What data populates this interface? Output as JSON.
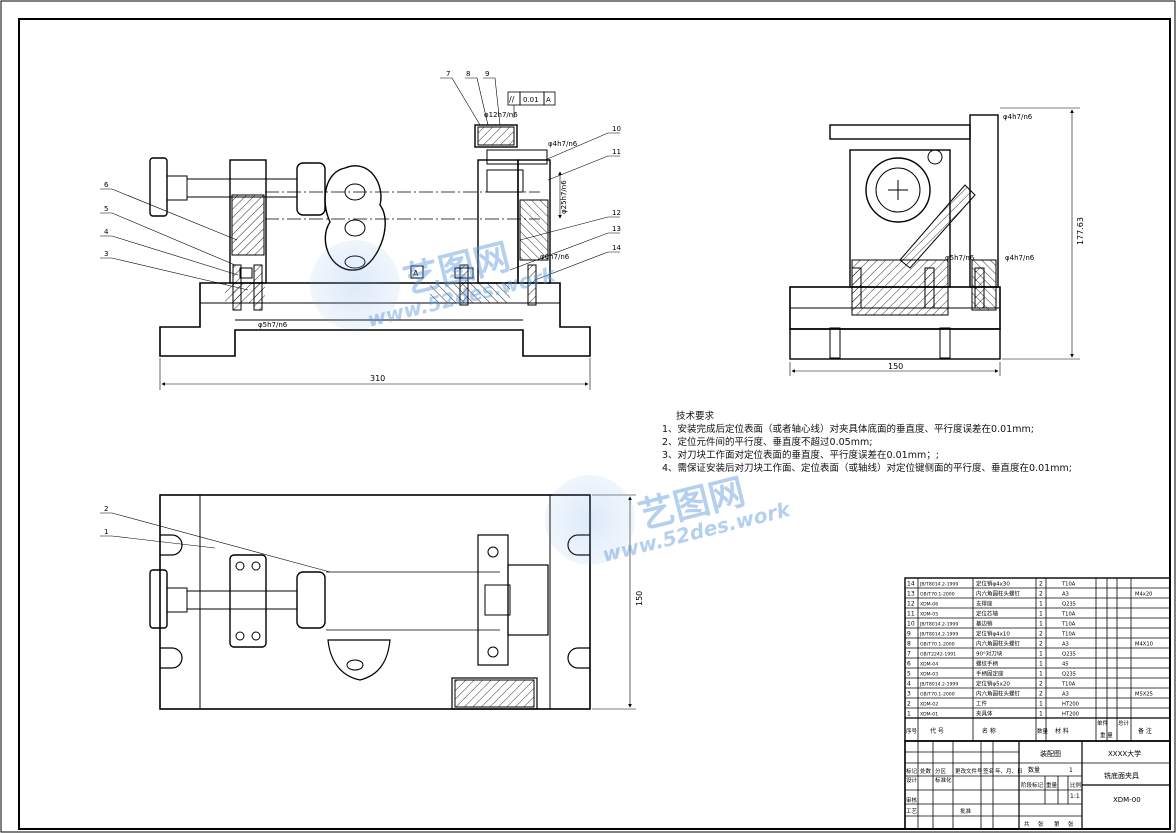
{
  "watermark": {
    "brand": "艺图网",
    "url": "www.52des.work"
  },
  "dimensions": {
    "front_width": "310",
    "side_width": "150",
    "side_height": "177.63",
    "top_height": "150",
    "fit_12h7n6": "φ12h7/n6",
    "fit_4h7n6": "φ4h7/n6",
    "fit_6h7n6": "φ6h7/n6",
    "fit_5h7n6": "φ5h7/n6",
    "fit_25h7n6": "φ25h7/n6",
    "side_fit_a": "φ4h7/n6",
    "side_fit_b": "φ5h7/n6",
    "side_fit_c": "φ4h7/n6",
    "tolerance_sym": "//",
    "tolerance_val": "0.01",
    "tolerance_ref": "A",
    "datum": "A"
  },
  "balloons": {
    "front": [
      "7",
      "8",
      "9",
      "10",
      "11",
      "12",
      "13",
      "14",
      "6",
      "5",
      "4",
      "3"
    ],
    "top": [
      "2",
      "1"
    ]
  },
  "requirements": {
    "title": "技术要求",
    "items": [
      "1、安装完成后定位表面（或者轴心线）对夹具体底面的垂直度、平行度误差在0.01mm;",
      "2、定位元件间的平行度、垂直度不超过0.05mm;",
      "3、对刀块工作面对定位表面的垂直度、平行度误差在0.01mm；;",
      "4、需保证安装后对刀块工作面、定位表面（或轴线）对定位键侧面的平行度、垂直度在0.01mm;"
    ]
  },
  "bom": {
    "rows": [
      {
        "no": "14",
        "code": "JB/T8014.2-1999",
        "name": "定位销φ4x30",
        "qty": "2",
        "mat": "T10A",
        "note": ""
      },
      {
        "no": "13",
        "code": "GB/T70.1-2000",
        "name": "内六角圆柱头螺钉",
        "qty": "2",
        "mat": "A3",
        "note": "M4x20"
      },
      {
        "no": "12",
        "code": "XDM-06",
        "name": "支撑座",
        "qty": "1",
        "mat": "Q235",
        "note": ""
      },
      {
        "no": "11",
        "code": "XDM-05",
        "name": "定位芯轴",
        "qty": "1",
        "mat": "T10A",
        "note": ""
      },
      {
        "no": "10",
        "code": "JB/T8014.2-1999",
        "name": "基边销",
        "qty": "1",
        "mat": "T10A",
        "note": ""
      },
      {
        "no": "9",
        "code": "JB/T8014.2-1999",
        "name": "定位销φ4x10",
        "qty": "2",
        "mat": "T10A",
        "note": ""
      },
      {
        "no": "8",
        "code": "GB/T70.1-2000",
        "name": "内六角圆柱头螺钉",
        "qty": "2",
        "mat": "A3",
        "note": "M4X10"
      },
      {
        "no": "7",
        "code": "GB/T2242-1991",
        "name": "90°对刀块",
        "qty": "1",
        "mat": "Q235",
        "note": ""
      },
      {
        "no": "6",
        "code": "XDM-04",
        "name": "螺纹手柄",
        "qty": "1",
        "mat": "45",
        "note": ""
      },
      {
        "no": "5",
        "code": "XDM-03",
        "name": "手柄固定座",
        "qty": "1",
        "mat": "Q235",
        "note": ""
      },
      {
        "no": "4",
        "code": "JB/T8014.2-1999",
        "name": "定位销φ5x20",
        "qty": "2",
        "mat": "T10A",
        "note": ""
      },
      {
        "no": "3",
        "code": "GB/T70.1-2000",
        "name": "内六角圆柱头螺钉",
        "qty": "2",
        "mat": "A3",
        "note": "M5X25"
      },
      {
        "no": "2",
        "code": "XDM-02",
        "name": "工件",
        "qty": "1",
        "mat": "HT200",
        "note": ""
      },
      {
        "no": "1",
        "code": "XDM-01",
        "name": "夹具体",
        "qty": "1",
        "mat": "HT200",
        "note": ""
      }
    ],
    "header": {
      "no": "序号",
      "code": "代  号",
      "name": "名  称",
      "qty": "数量",
      "mat": "材  料",
      "unit_wt": "单件",
      "total_wt": "总计",
      "weight": "重  量",
      "note": "备  注"
    }
  },
  "titleblock": {
    "drawing_type": "装配图",
    "school": "XXXX大学",
    "part_name": "铣底面夹具",
    "drawing_no": "XDM-00",
    "qty_label": "数量",
    "qty_value": "1",
    "stage_label": "阶段标记",
    "weight_label": "重量",
    "scale_label": "比例",
    "scale_value": "1:1",
    "row1": [
      "标记",
      "处数",
      "分区",
      "更改文件号",
      "签名",
      "年、月、日"
    ],
    "design": "设计",
    "std": "标准化",
    "review": "审核",
    "process": "工艺",
    "approve": "批准",
    "sheets": [
      "共",
      "张",
      "第",
      "张"
    ]
  }
}
